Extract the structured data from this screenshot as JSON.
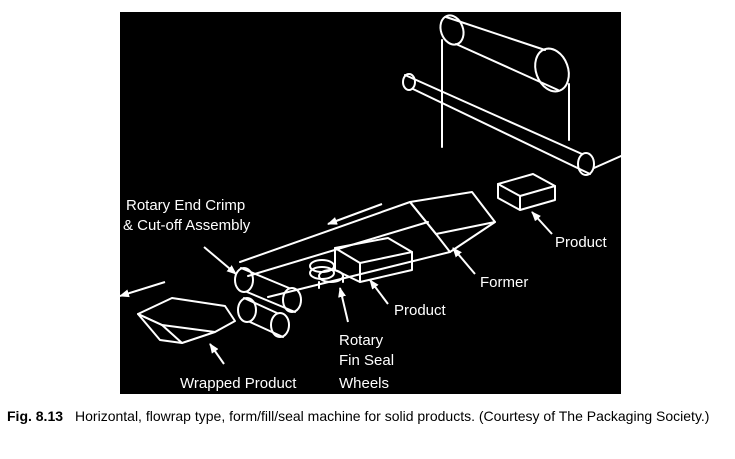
{
  "diagram": {
    "background_color": "#000000",
    "line_color": "#ffffff",
    "labels": {
      "end_crimp_line1": "Rotary End Crimp",
      "end_crimp_line2": "& Cut-off Assembly",
      "product_right": "Product",
      "former": "Former",
      "product_center": "Product",
      "fin_seal_line1": "Rotary",
      "fin_seal_line2": "Fin Seal",
      "fin_seal_line3": "Wheels",
      "wrapped_product": "Wrapped Product"
    }
  },
  "caption": {
    "number": "Fig. 8.13",
    "text": "Horizontal, flowrap type, form/fill/seal machine for solid products. (Courtesy of The Packaging Society.)"
  }
}
